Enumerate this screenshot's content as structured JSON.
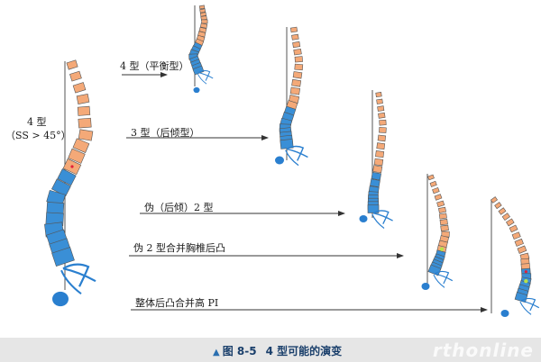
{
  "labels": {
    "type4": "4 型",
    "ss": "（SS > 45°）",
    "balanced": "4 型（平衡型）",
    "retro3": "3 型（后倾型）",
    "pseudo2": "伪（后倾）2 型",
    "pseudo2_kyphosis": "伪 2 型合并胸椎后凸",
    "global_kyphosis": "整体后凸合并高 PI"
  },
  "caption": {
    "figure_number": "图 8-5",
    "title": "4 型可能的演变"
  },
  "watermark": "rthonline",
  "colors": {
    "thoracic_vertebra": "#f4a978",
    "lumbar_vertebra": "#3a8fd6",
    "outline": "#555555",
    "pelvis": "#2a7fcf",
    "plumb_line": "#555555",
    "caption_band": "#e6e6e6",
    "caption_text": "#1a3f6b"
  }
}
